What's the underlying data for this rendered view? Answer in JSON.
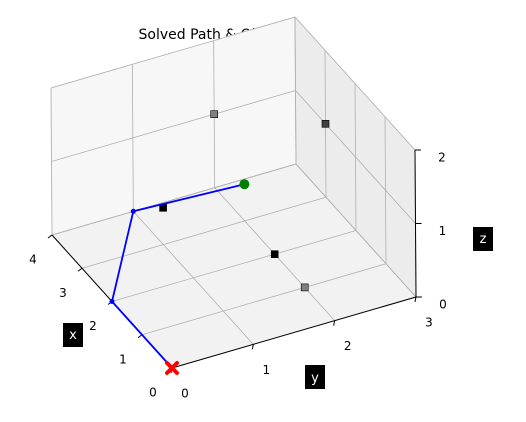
{
  "chart_data": {
    "type": "scatter3d",
    "title": "Solved Path & Obstacles",
    "xlabel": "x",
    "ylabel": "y",
    "zlabel": "z",
    "xlim": [
      0,
      4
    ],
    "ylim": [
      0,
      3
    ],
    "zlim": [
      0,
      2
    ],
    "x_ticks": [
      "0",
      "1",
      "2",
      "3",
      "4"
    ],
    "y_ticks": [
      "0",
      "1",
      "2",
      "3"
    ],
    "z_ticks": [
      "0",
      "1",
      "2"
    ],
    "grid": true,
    "path": {
      "color": "#0000ff",
      "points": [
        {
          "x": 0,
          "y": 0,
          "z": 0
        },
        {
          "x": 2,
          "y": 0,
          "z": 0
        },
        {
          "x": 4,
          "y": 1,
          "z": 0
        },
        {
          "x": 3,
          "y": 2,
          "z": 0.5
        }
      ]
    },
    "start": {
      "x": 0,
      "y": 0,
      "z": 0,
      "color": "#ff0000",
      "marker": "x"
    },
    "goal": {
      "x": 3,
      "y": 2,
      "z": 0.5,
      "color": "#008000",
      "marker": "circle"
    },
    "obstacles": [
      {
        "x": 3,
        "y": 1,
        "z": 0.5,
        "color": "#000000"
      },
      {
        "x": 2,
        "y": 2,
        "z": 0,
        "color": "#000000"
      },
      {
        "x": 1,
        "y": 2,
        "z": 0,
        "color": "#808080"
      },
      {
        "x": 4,
        "y": 2,
        "z": 1,
        "color": "#808080"
      },
      {
        "x": 3,
        "y": 3,
        "z": 1,
        "color": "#404040"
      }
    ]
  }
}
